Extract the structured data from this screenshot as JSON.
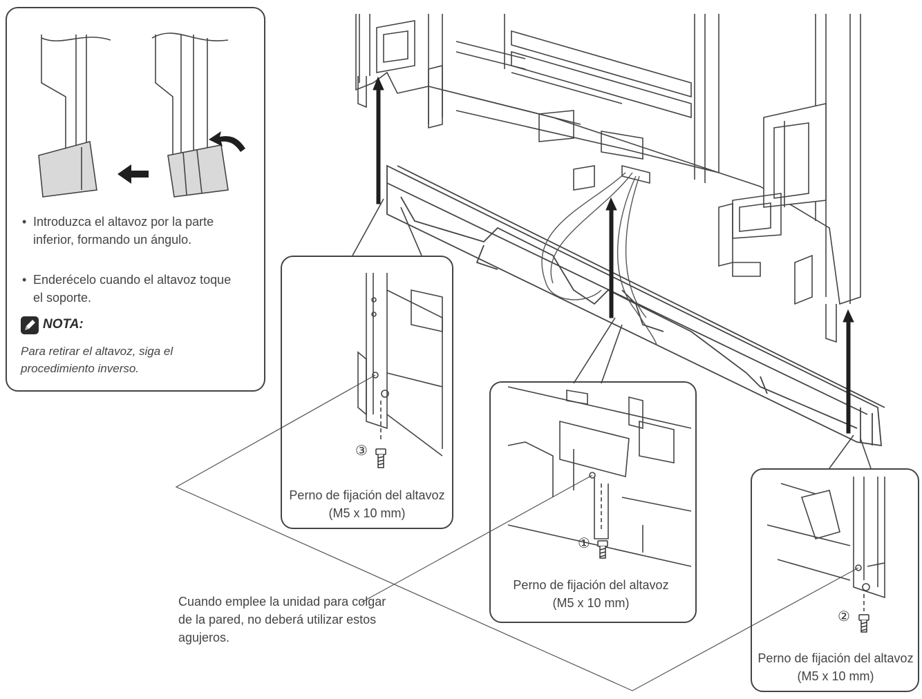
{
  "inset_top_left": {
    "bullets": [
      "Introduzca el altavoz por la parte inferior, formando un ángulo.",
      "Enderécelo cuando el altavoz toque el soporte."
    ],
    "note_title": "NOTA:",
    "note_text": "Para retirar el altavoz, siga el procedimiento inverso."
  },
  "callouts": [
    {
      "number": "③",
      "caption": "Perno de fijación del altavoz (M5 x 10 mm)"
    },
    {
      "number": "①",
      "caption": "Perno de fijación del altavoz (M5 x 10 mm)"
    },
    {
      "number": "②",
      "caption": "Perno de fijación del altavoz (M5 x 10 mm)"
    }
  ],
  "wall_mount_note": "Cuando emplee la unidad para colgar de la pared, no deberá utilizar estos agujeros.",
  "icons": [
    "note-pencil-icon",
    "arrow-left-icon",
    "curved-arrow-icon",
    "bolt-icon"
  ],
  "colors": {
    "line": "#444444",
    "part_fill": "#d9d9d9",
    "arrow": "#1f1f1f"
  }
}
